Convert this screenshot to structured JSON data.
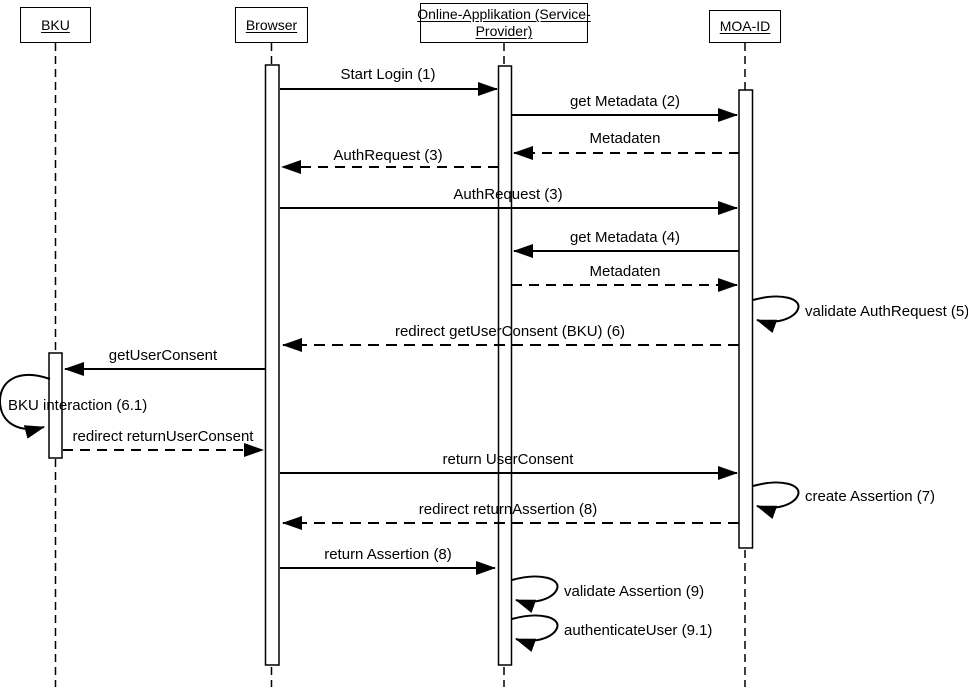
{
  "diagram": {
    "type": "uml-sequence-diagram",
    "colors": {
      "line": "#000000",
      "background": "#ffffff",
      "activation_fill": "#ffffff"
    },
    "actors": [
      {
        "label": "BKU"
      },
      {
        "label": "Browser"
      },
      {
        "label": "Online-Applikation (Service-\nProvider)"
      },
      {
        "label": "MOA-ID"
      }
    ],
    "messages": [
      {
        "label": "Start Login (1)",
        "from": "Browser",
        "to": "Online-Applikation",
        "style": "solid"
      },
      {
        "label": "get Metadata (2)",
        "from": "Online-Applikation",
        "to": "MOA-ID",
        "style": "solid"
      },
      {
        "label": "Metadaten",
        "from": "MOA-ID",
        "to": "Online-Applikation",
        "style": "dashed"
      },
      {
        "label": "AuthRequest (3)",
        "from": "Online-Applikation",
        "to": "Browser",
        "style": "dashed"
      },
      {
        "label": "AuthRequest (3)",
        "from": "Browser",
        "to": "MOA-ID",
        "style": "solid"
      },
      {
        "label": "get Metadata (4)",
        "from": "MOA-ID",
        "to": "Online-Applikation",
        "style": "solid"
      },
      {
        "label": "Metadaten",
        "from": "Online-Applikation",
        "to": "MOA-ID",
        "style": "dashed"
      },
      {
        "label": "validate AuthRequest (5)",
        "from": "MOA-ID",
        "to": "MOA-ID",
        "style": "self-loop"
      },
      {
        "label": "redirect getUserConsent (BKU) (6)",
        "from": "MOA-ID",
        "to": "Browser",
        "style": "dashed"
      },
      {
        "label": "getUserConsent",
        "from": "Browser",
        "to": "BKU",
        "style": "solid"
      },
      {
        "label": "BKU interaction (6.1)",
        "from": "BKU",
        "to": "BKU",
        "style": "self-loop"
      },
      {
        "label": "redirect returnUserConsent",
        "from": "BKU",
        "to": "Browser",
        "style": "dashed"
      },
      {
        "label": "return UserConsent",
        "from": "Browser",
        "to": "MOA-ID",
        "style": "solid"
      },
      {
        "label": "create Assertion (7)",
        "from": "MOA-ID",
        "to": "MOA-ID",
        "style": "self-loop"
      },
      {
        "label": "redirect returnAssertion (8)",
        "from": "MOA-ID",
        "to": "Browser",
        "style": "dashed"
      },
      {
        "label": "return Assertion (8)",
        "from": "Browser",
        "to": "Online-Applikation",
        "style": "solid"
      },
      {
        "label": "validate Assertion (9)",
        "from": "Online-Applikation",
        "to": "Online-Applikation",
        "style": "self-loop"
      },
      {
        "label": "authenticateUser (9.1)",
        "from": "Online-Applikation",
        "to": "Online-Applikation",
        "style": "self-loop"
      }
    ]
  }
}
